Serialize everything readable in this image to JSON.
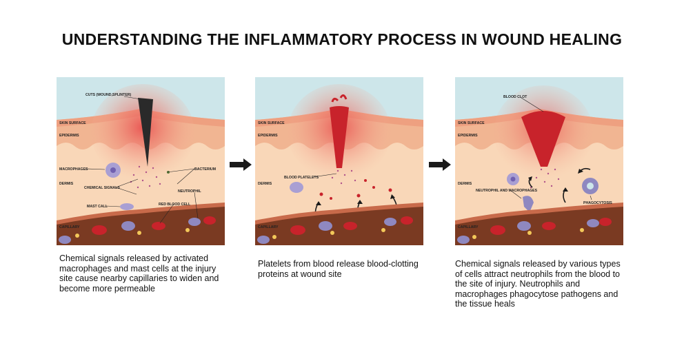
{
  "title": "UNDERSTANDING THE INFLAMMATORY PROCESS IN WOUND HEALING",
  "panels": [
    {
      "labels": {
        "cuts": "CUTS (WOUND,SPLINTER)",
        "skin_surface": "SKIN SURFACE",
        "epidermis": "EPIDERMIS",
        "dermis": "DERMIS",
        "capillary": "CAPILLARY",
        "macrophages": "MACROPHAGES",
        "chemical_signals": "CHEMICAL SIGNALS",
        "mast_call": "MAST CALL",
        "bacterium": "BACTERIUM",
        "neutrophil": "NEUTROPHIL",
        "red_blood_cell": "RED BLOOD CELL"
      },
      "caption": "Chemical signals released by activated macrophages and mast cells at the injury site cause nearby capillaries to widen and become more permeable"
    },
    {
      "labels": {
        "skin_surface": "SKIN SURFACE",
        "epidermis": "EPIDERMIS",
        "dermis": "DERMIS",
        "capillary": "CAPILLARY",
        "blood_platelets": "BLOOD PLATELETS"
      },
      "caption": "Platelets from blood release blood-clotting proteins at wound site"
    },
    {
      "labels": {
        "skin_surface": "SKIN SURFACE",
        "epidermis": "EPIDERMIS",
        "dermis": "DERMIS",
        "capillary": "CAPILLARY",
        "blood_clot": "BLOOD CLOT",
        "neutrophil_macrophages": "NEUTROPHIL AND MACROPHAGES",
        "phagocytosis": "PHAGOCYTOSIS"
      },
      "caption": "Chemical signals released by various types of cells attract neutrophils from the blood to the site of injury. Neutrophils and macrophages phagocytose pathogens and the tissue heals"
    }
  ],
  "colors": {
    "sky": "#cde6ea",
    "skin": "#f3c6a2",
    "epidermis": "#f1b592",
    "dermis": "#f9d7b8",
    "capillary": "#7a3a22",
    "inflammation": "#e8484a",
    "rbc": "#c8232b",
    "immune_cell": "#9c95c8",
    "arrow": "#1a1a1a"
  }
}
